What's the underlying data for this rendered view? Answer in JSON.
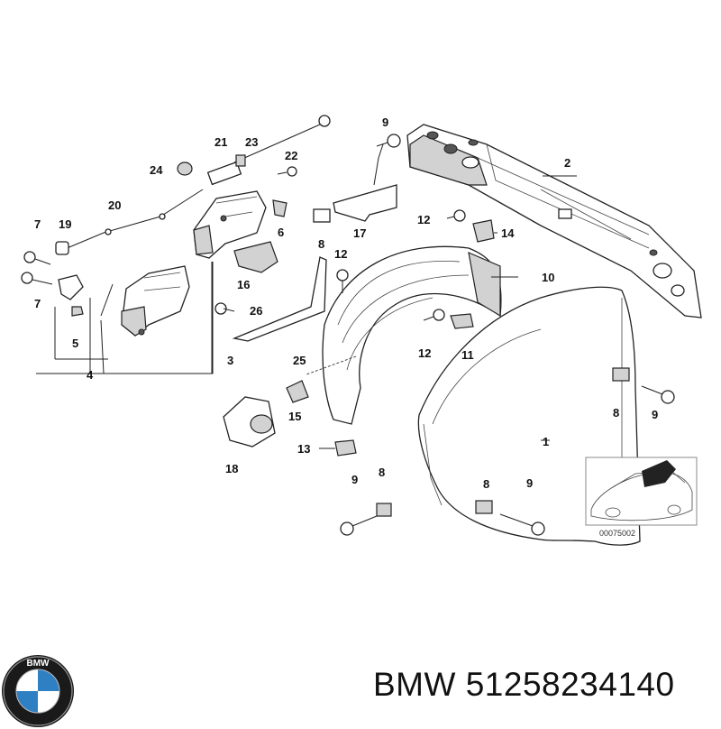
{
  "brand": "BMW",
  "part_number": "51258234140",
  "logo_text": "BMW",
  "diagram_ref_code": "00075002",
  "callouts": [
    "1",
    "2",
    "3",
    "4",
    "5",
    "6",
    "7",
    "7",
    "8",
    "8",
    "8",
    "8",
    "9",
    "9",
    "9",
    "9",
    "10",
    "11",
    "12",
    "12",
    "12",
    "13",
    "14",
    "15",
    "16",
    "17",
    "18",
    "19",
    "20",
    "21",
    "22",
    "23",
    "24",
    "25",
    "26"
  ]
}
